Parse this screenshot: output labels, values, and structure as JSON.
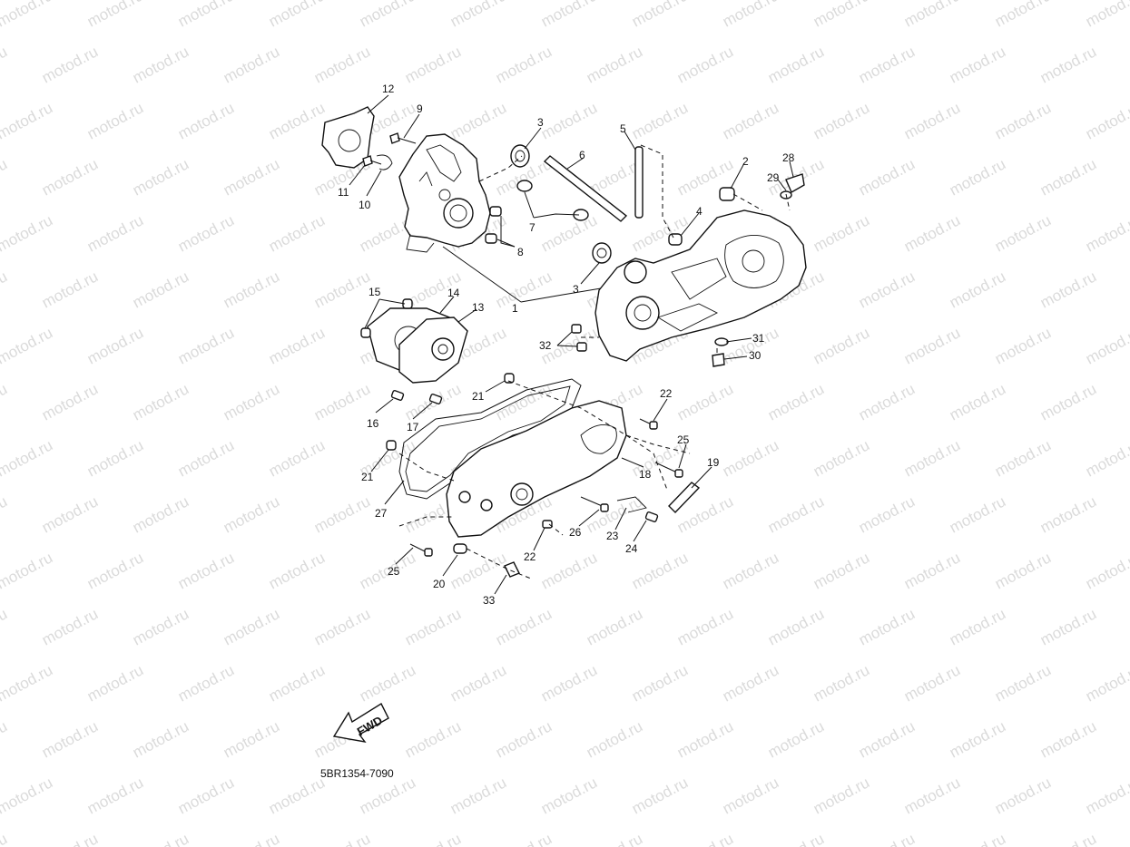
{
  "watermark": "motod.ru",
  "diagram_code": "5BR1354-7090",
  "fwd_label": "FWD",
  "callouts": [
    {
      "id": "c1",
      "text": "1"
    },
    {
      "id": "c2",
      "text": "2"
    },
    {
      "id": "c3a",
      "text": "3"
    },
    {
      "id": "c3b",
      "text": "3"
    },
    {
      "id": "c4",
      "text": "4"
    },
    {
      "id": "c5",
      "text": "5"
    },
    {
      "id": "c6",
      "text": "6"
    },
    {
      "id": "c7",
      "text": "7"
    },
    {
      "id": "c8",
      "text": "8"
    },
    {
      "id": "c9",
      "text": "9"
    },
    {
      "id": "c10",
      "text": "10"
    },
    {
      "id": "c11",
      "text": "11"
    },
    {
      "id": "c12",
      "text": "12"
    },
    {
      "id": "c13",
      "text": "13"
    },
    {
      "id": "c14",
      "text": "14"
    },
    {
      "id": "c15",
      "text": "15"
    },
    {
      "id": "c16",
      "text": "16"
    },
    {
      "id": "c17",
      "text": "17"
    },
    {
      "id": "c18",
      "text": "18"
    },
    {
      "id": "c19",
      "text": "19"
    },
    {
      "id": "c20",
      "text": "20"
    },
    {
      "id": "c21a",
      "text": "21"
    },
    {
      "id": "c21b",
      "text": "21"
    },
    {
      "id": "c22a",
      "text": "22"
    },
    {
      "id": "c22b",
      "text": "22"
    },
    {
      "id": "c23",
      "text": "23"
    },
    {
      "id": "c24",
      "text": "24"
    },
    {
      "id": "c25a",
      "text": "25"
    },
    {
      "id": "c25b",
      "text": "25"
    },
    {
      "id": "c26",
      "text": "26"
    },
    {
      "id": "c27",
      "text": "27"
    },
    {
      "id": "c28",
      "text": "28"
    },
    {
      "id": "c29",
      "text": "29"
    },
    {
      "id": "c30",
      "text": "30"
    },
    {
      "id": "c31",
      "text": "31"
    },
    {
      "id": "c32",
      "text": "32"
    },
    {
      "id": "c33",
      "text": "33"
    }
  ]
}
